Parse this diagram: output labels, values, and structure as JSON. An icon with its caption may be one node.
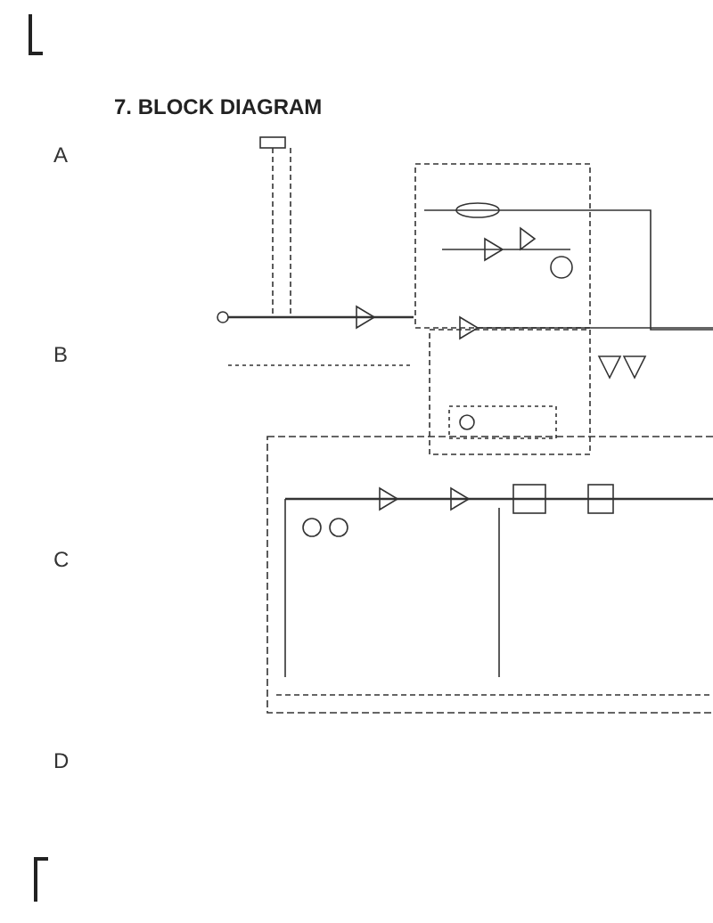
{
  "diagram": {
    "title": "7. BLOCK DIAGRAM",
    "labels": [
      "A",
      "B",
      "C",
      "D"
    ]
  }
}
